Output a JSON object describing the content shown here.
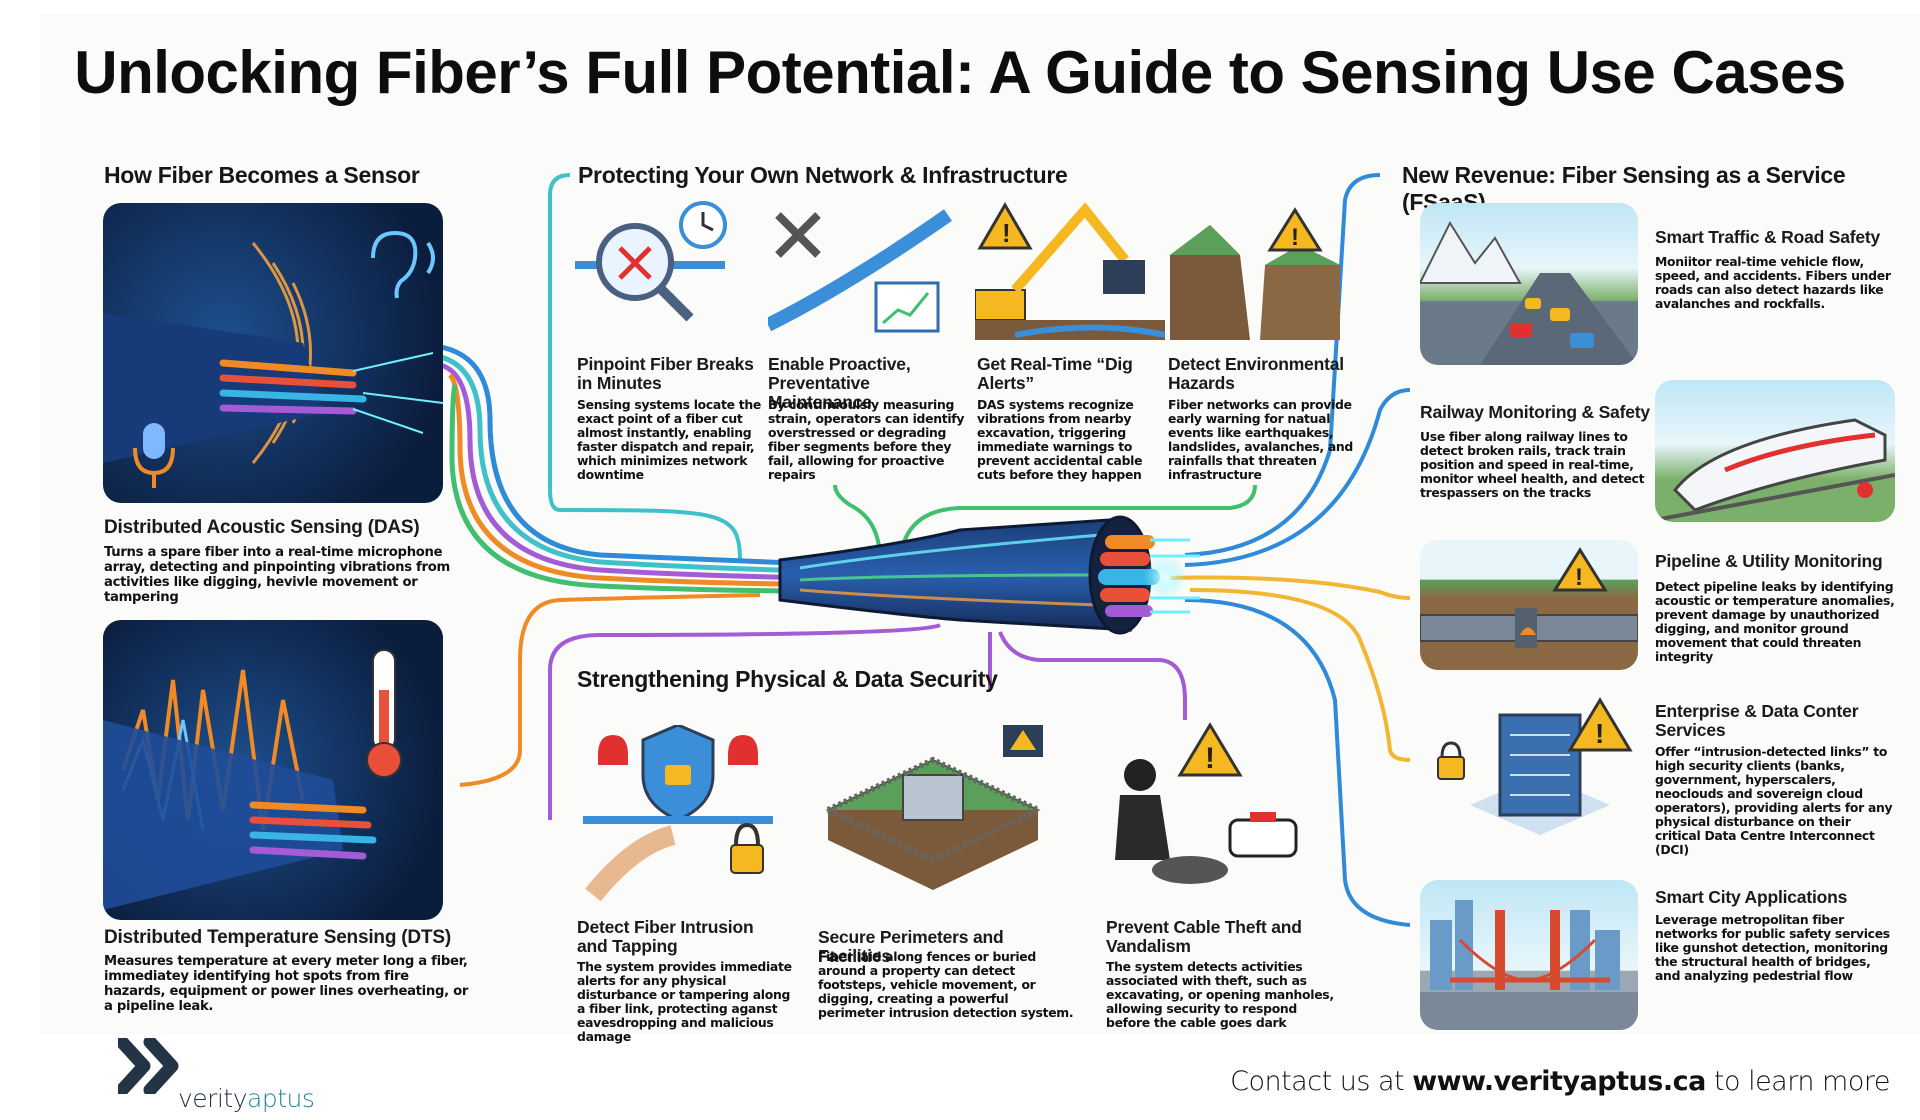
{
  "title": "Unlocking Fiber’s Full Potential: A Guide to Sensing Use Cases",
  "colors": {
    "teal": "#3fc1c9",
    "green": "#3fbf6f",
    "purple": "#a35bd6",
    "orange": "#f08a24",
    "blue": "#2f8ad8",
    "yellow": "#f2b632",
    "navy": "#243447",
    "brand_teal": "#1b8a96"
  },
  "sensor_section": {
    "heading": "How Fiber Becomes a Sensor",
    "items": [
      {
        "icon": "ear-microphone-icon",
        "title": "Distributed Acoustic Sensing (DAS)",
        "body": "Turns a spare fiber into a real-time microphone array, detecting and pinpointing vibrations from activities like digging, hevivle movement or tampering"
      },
      {
        "icon": "thermometer-icon",
        "title": "Distributed Temperature Sensing (DTS)",
        "body": "Measures temperature at every meter long a fiber, immediatey identifying hot spots from fire hazards, equipment or power lines overheating, or a pipeline leak."
      }
    ]
  },
  "network_section": {
    "heading": "Protecting Your Own Network & Infrastructure",
    "items": [
      {
        "icon": "magnifier-clock-icon",
        "title": "Pinpoint Fiber Breaks in Minutes",
        "body": "Sensing systems locate the exact point of a fiber cut almost instantly, enabling faster dispatch and repair, which minimizes network downtime"
      },
      {
        "icon": "wrench-chart-icon",
        "title": "Enable Proactive, Preventative Maintenance",
        "body": "By continuoulsly measuring strain, operators can identify overstressed or degrading fiber segments before they fail, allowing for proactive repairs"
      },
      {
        "icon": "excavator-warning-icon",
        "title": "Get Real-Time “Dig Alerts”",
        "body": "DAS systems recognize vibrations from nearby excavation, triggering immediate warnings to prevent accidental cable cuts before they happen"
      },
      {
        "icon": "landslide-warning-icon",
        "title": "Detect Environmental Hazards",
        "body": "Fiber networks can provide early warning for natual events like earthquakes, landslides, avalanches, and rainfalls that threaten infrastructure"
      }
    ]
  },
  "security_section": {
    "heading": "Strengthening Physical & Data Security",
    "items": [
      {
        "icon": "shield-lock-alarm-icon",
        "title": "Detect Fiber Intrusion and Tapping",
        "body": "The system provides immediate alerts for any physical disturbance or tampering along a fiber link, protecting aganst eavesdropping and malicious damage"
      },
      {
        "icon": "fenced-facility-icon",
        "title": "Secure Perimeters and Facilities",
        "body": "Fiber laid along fences or buried around a property can detect footsteps, vehicle movement, or digging, creating a powerful  perimeter intrusion detection system."
      },
      {
        "icon": "thief-manhole-icon",
        "title": "Prevent Cable Theft and Vandalism",
        "body": "The system detects activities associated with theft, such as excavating, or opening manholes, allowing security to respond before the cable goes dark"
      }
    ]
  },
  "revenue_section": {
    "heading": "New Revenue: Fiber Sensing as a Service (FSaaS)",
    "items": [
      {
        "icon": "highway-traffic-icon",
        "title": "Smart Traffic & Road Safety",
        "body": "Moniitor real-time vehicle flow, speed, and accidents. Fibers under roads can also detect hazards like avalanches and rockfalls."
      },
      {
        "icon": "train-icon",
        "title": "Railway Monitoring & Safety",
        "body": "Use fiber along railway lines to detect broken rails, track train position and  speed in real-time, monitor wheel health, and detect trespassers on the tracks"
      },
      {
        "icon": "pipeline-leak-icon",
        "title": "Pipeline & Utility Monitoring",
        "body": "Detect pipeline leaks by identifying acoustic or temperature anomalies, prevent damage by unauthorized digging, and monitor ground movement that could threaten integrity"
      },
      {
        "icon": "data-center-lock-icon",
        "title": "Enterprise & Data Conter Services",
        "body": "Offer “intrusion-detected links” to high security clients (banks, government, hyperscalers, neoclouds and sovereign cloud operators), providing alerts for any physical disturbance on their critical Data Centre Interconnect (DCI)"
      },
      {
        "icon": "smart-city-bridge-icon",
        "title": "Smart City Applications",
        "body": "Leverage metropolitan fiber networks for public safety services like gunshot detection, monitoring the structural health of bridges, and analyzing pedestrial flow"
      }
    ]
  },
  "footer": {
    "brand_part1": "verity",
    "brand_part2": "aptus",
    "contact_prefix": "Contact us at ",
    "contact_url": "www.verityaptus.ca",
    "contact_suffix": " to learn more"
  }
}
